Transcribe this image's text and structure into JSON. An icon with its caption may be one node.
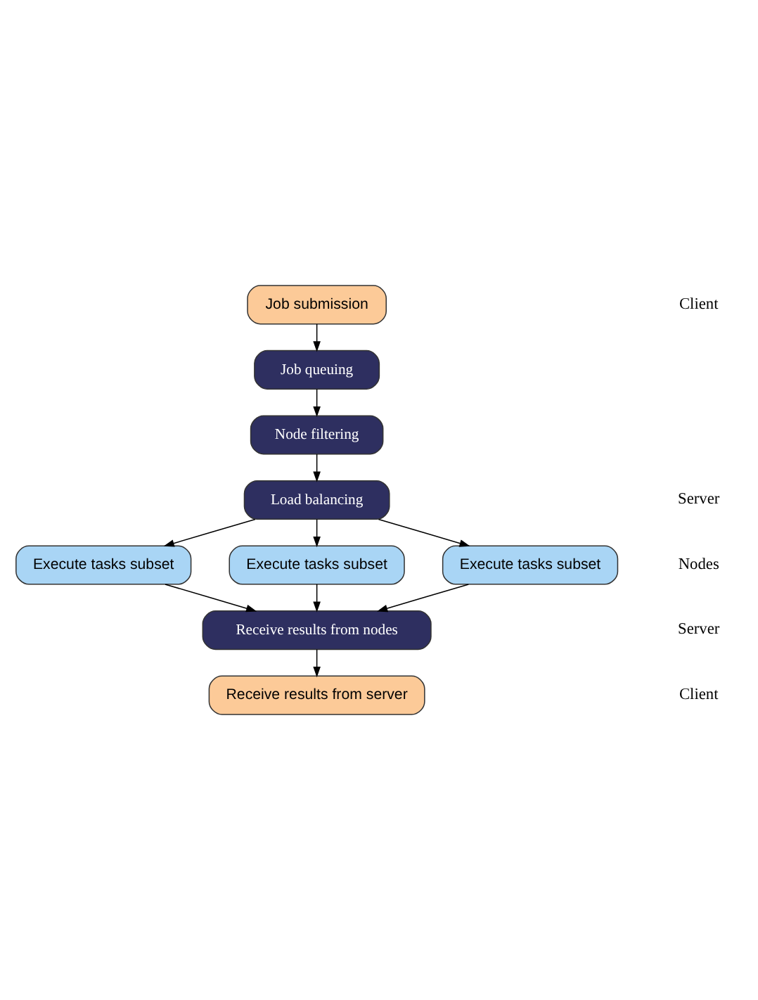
{
  "diagram": {
    "nodes": [
      {
        "text": [
          "Job submission"
        ]
      },
      {
        "text": [
          "Job queuing"
        ]
      },
      {
        "text": [
          "Node filtering"
        ]
      },
      {
        "text": [
          "Load balancing"
        ]
      },
      {
        "text": [
          "Execute tasks subset"
        ]
      },
      {
        "text": [
          "Execute tasks subset"
        ]
      },
      {
        "text": [
          "Execute tasks subset"
        ]
      },
      {
        "text": [
          "Receive results from nodes"
        ]
      },
      {
        "text": [
          "Receive results from server"
        ]
      }
    ],
    "edges": [
      {
        "from": 0,
        "to": 1,
        "arrow": "to"
      },
      {
        "from": 1,
        "to": 2,
        "arrow": "to"
      },
      {
        "from": 2,
        "to": 3,
        "arrow": "to"
      },
      {
        "from": 3,
        "to": 4,
        "arrow": "to"
      },
      {
        "from": 3,
        "to": 5,
        "arrow": "to"
      },
      {
        "from": 3,
        "to": 6,
        "arrow": "to"
      },
      {
        "from": 4,
        "to": 7,
        "arrow": "to"
      },
      {
        "from": 5,
        "to": 7,
        "arrow": "to"
      },
      {
        "from": 6,
        "to": 7,
        "arrow": "to"
      },
      {
        "from": 7,
        "to": 8,
        "arrow": "to"
      }
    ],
    "labels": [
      "Client",
      "Server",
      "Nodes",
      "Server",
      "Client"
    ]
  }
}
